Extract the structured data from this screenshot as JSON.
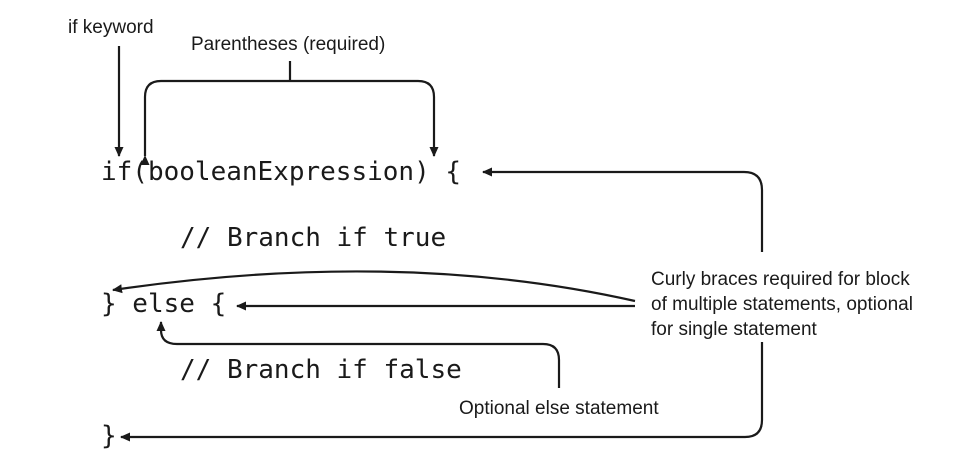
{
  "code_lines": {
    "if_line": "if(booleanExpression) {",
    "true_comment": "// Branch if true",
    "else_line": "} else {",
    "false_comment": "// Branch if false",
    "closing_brace": "}"
  },
  "annotations": {
    "if_keyword": "if keyword",
    "parentheses": "Parentheses (required)",
    "curly_braces_line1": "Curly braces required for block",
    "curly_braces_line2": "of multiple statements, optional",
    "curly_braces_line3": "for single statement",
    "optional_else": "Optional else statement"
  },
  "colors": {
    "ink": "#1a1a1a",
    "background": "#ffffff"
  }
}
